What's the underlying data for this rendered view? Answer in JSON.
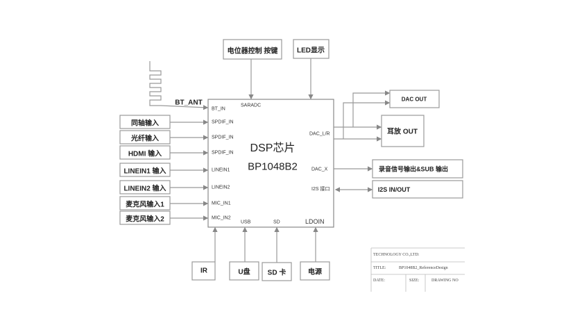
{
  "chip": {
    "title": "DSP芯片",
    "model": "BP1048B2"
  },
  "top_inputs": [
    {
      "label": "电位器控制 按键",
      "pin": "SARADC"
    },
    {
      "label": "LED显示"
    }
  ],
  "antenna": {
    "label": "BT_ANT",
    "pin": "BT_IN"
  },
  "left_inputs": [
    {
      "label": "同轴输入",
      "pin": "SPDIF_IN"
    },
    {
      "label": "光纤输入",
      "pin": "SPDIF_IN"
    },
    {
      "label": "HDMI 输入",
      "pin": "SPDIF_IN"
    },
    {
      "label": "LINEIN1 输入",
      "pin": "LINEIN1"
    },
    {
      "label": "LINEIN2 输入",
      "pin": "LINEIN2"
    },
    {
      "label": "麦克风输入1",
      "pin": "MIC_IN1"
    },
    {
      "label": "麦克风输入2",
      "pin": "MIC_IN2"
    }
  ],
  "bottom_inputs": [
    {
      "label": "IR"
    },
    {
      "label": "U盘",
      "pin": "USB"
    },
    {
      "label": "SD 卡",
      "pin": "SD"
    },
    {
      "label": "电源",
      "pin": "LDOIN"
    }
  ],
  "right_pins": {
    "dac_lr": "DAC_L/R",
    "dac_x": "DAC_X",
    "i2s": "I2S 接口"
  },
  "outputs": [
    {
      "label": "DAC OUT"
    },
    {
      "label": "耳放 OUT"
    },
    {
      "label": "录音信号输出&SUB 输出"
    },
    {
      "label": "I2S IN/OUT"
    }
  ],
  "title_block": {
    "company": "TECHNOLOGY CO.,LTD:",
    "title_label": "TITLE:",
    "title_value": "BP1048B2_ReferenceDesign",
    "date_label": "DATE:",
    "size_label": "SIZE:",
    "drawing_label": "DRAWING NO"
  }
}
